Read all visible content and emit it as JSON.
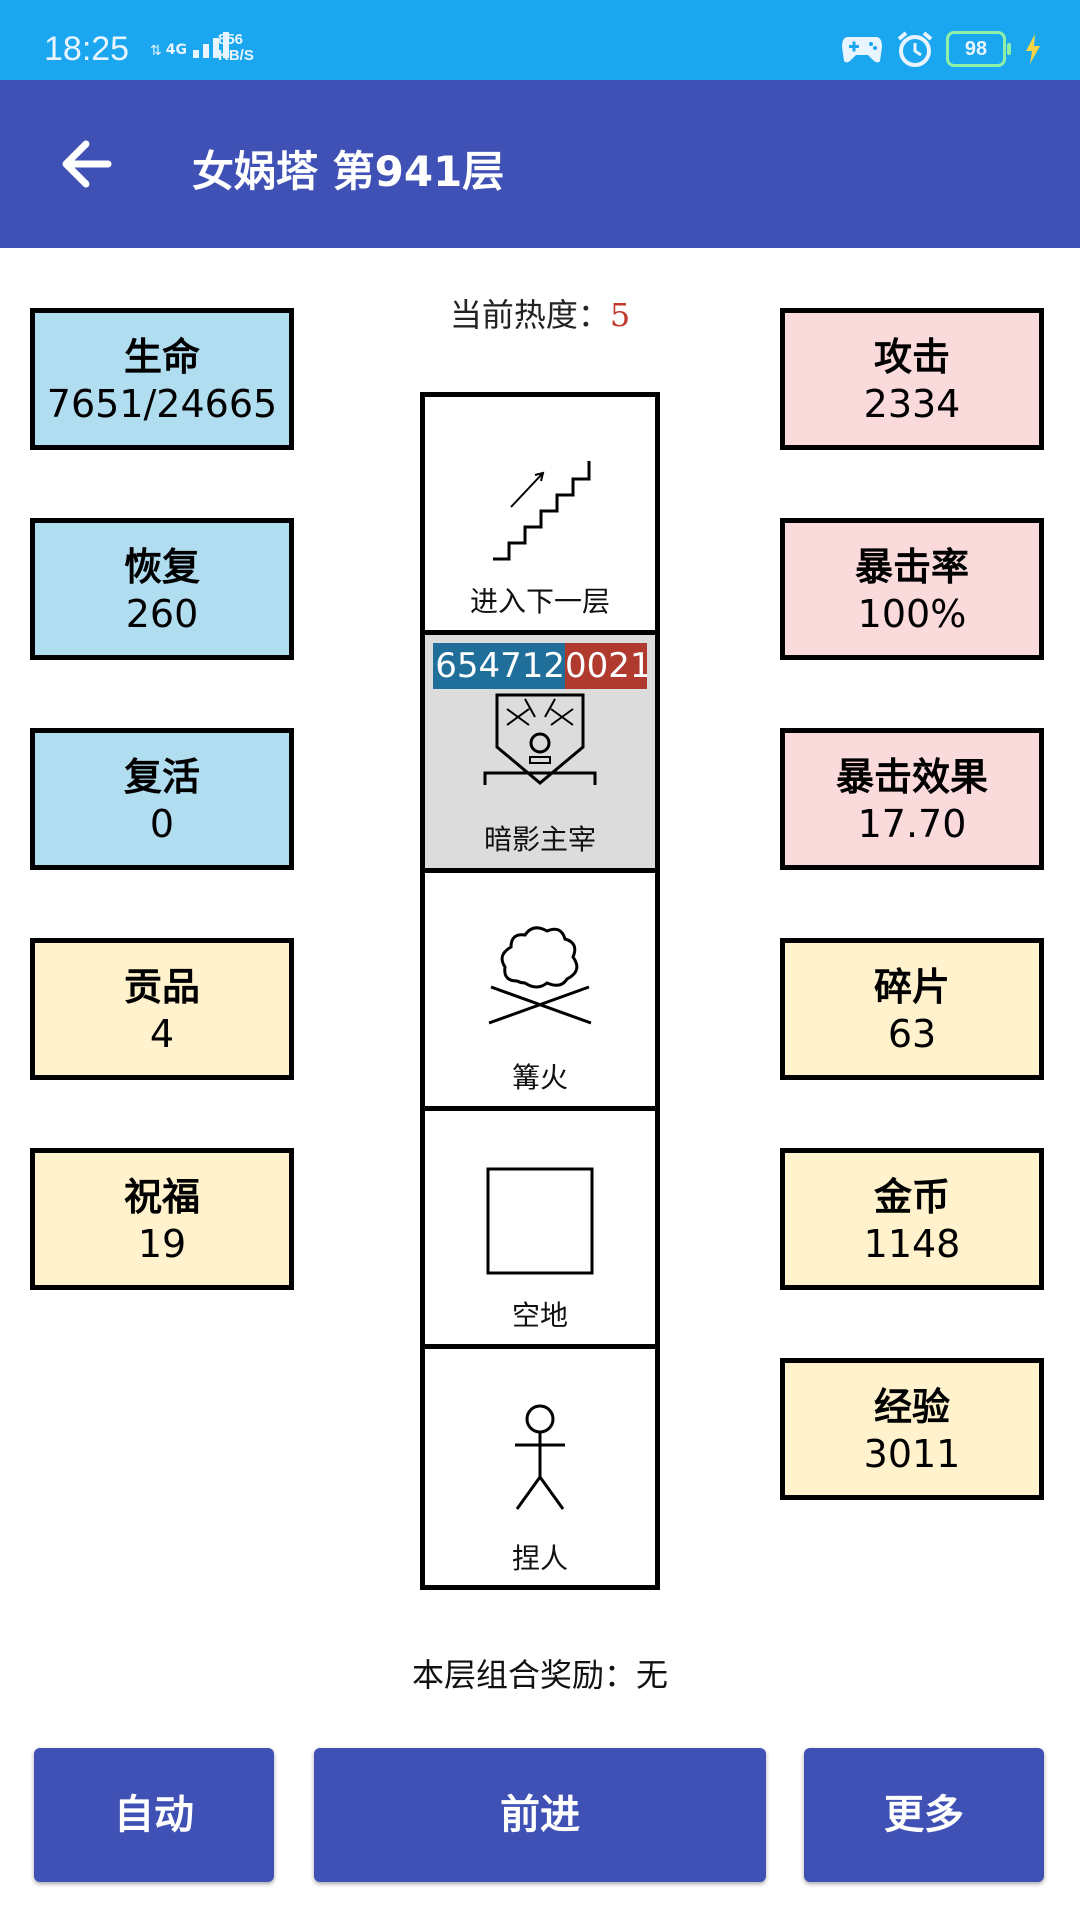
{
  "status_bar": {
    "time": "18:25",
    "network": "4G",
    "speed_value": "856",
    "speed_unit": "KB/S",
    "battery": "98"
  },
  "app_bar": {
    "title": "女娲塔 第941层"
  },
  "heat": {
    "label": "当前热度：",
    "value": "5"
  },
  "left_stats": [
    {
      "label": "生命",
      "value": "7651/24665",
      "color": "blue"
    },
    {
      "label": "恢复",
      "value": "260",
      "color": "blue"
    },
    {
      "label": "复活",
      "value": "0",
      "color": "blue"
    },
    {
      "label": "贡品",
      "value": "4",
      "color": "yellow"
    },
    {
      "label": "祝福",
      "value": "19",
      "color": "yellow"
    }
  ],
  "right_stats": [
    {
      "label": "攻击",
      "value": "2334",
      "color": "pink"
    },
    {
      "label": "暴击率",
      "value": "100%",
      "color": "pink"
    },
    {
      "label": "暴击效果",
      "value": "17.70",
      "color": "pink"
    },
    {
      "label": "碎片",
      "value": "63",
      "color": "yellow"
    },
    {
      "label": "金币",
      "value": "1148",
      "color": "yellow"
    },
    {
      "label": "经验",
      "value": "3011",
      "color": "yellow"
    }
  ],
  "tower": {
    "cells": [
      {
        "name": "进入下一层",
        "icon": "stairs-icon"
      },
      {
        "name": "暗影主宰",
        "icon": "mask-icon",
        "hp_left": "654712",
        "hp_right": "0021"
      },
      {
        "name": "篝火",
        "icon": "campfire-icon"
      },
      {
        "name": "空地",
        "icon": "empty-square-icon"
      },
      {
        "name": "捏人",
        "icon": "stick-figure-icon"
      }
    ]
  },
  "reward": {
    "label": "本层组合奖励：",
    "value": "无"
  },
  "buttons": {
    "auto": "自动",
    "forward": "前进",
    "more": "更多"
  },
  "colors": {
    "app_bar": "#3f51b5",
    "status_bar": "#1aa7f0",
    "blue": "#b1ddf0",
    "pink": "#fadadb",
    "yellow": "#fff2cc"
  }
}
